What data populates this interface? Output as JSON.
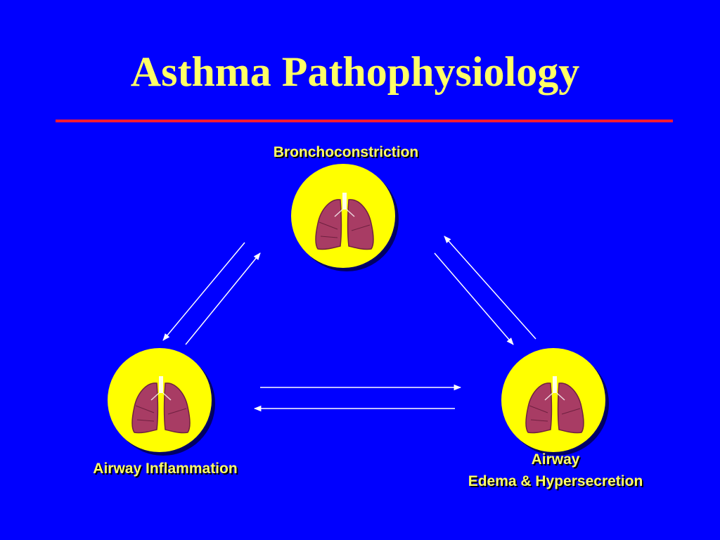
{
  "title": "Asthma Pathophysiology",
  "colors": {
    "background": "#0000ff",
    "title": "#ffff66",
    "rule": "#ff1a33",
    "node_fill": "#ffff00",
    "node_shadow": "#000066",
    "lung": "#a83c64",
    "arrow": "#ffffff"
  },
  "nodes": [
    {
      "id": "bronchoconstriction",
      "icon": "lungs-icon",
      "label_lines": [
        "Bronchoconstriction"
      ]
    },
    {
      "id": "airway-inflammation",
      "icon": "lungs-icon",
      "label_lines": [
        "Airway Inflammation"
      ]
    },
    {
      "id": "airway-edema",
      "icon": "lungs-icon",
      "label_lines": [
        "Airway",
        "Edema & Hypersecretion"
      ]
    }
  ],
  "edges": [
    {
      "from": "bronchoconstriction",
      "to": "airway-inflammation"
    },
    {
      "from": "airway-inflammation",
      "to": "bronchoconstriction"
    },
    {
      "from": "bronchoconstriction",
      "to": "airway-edema"
    },
    {
      "from": "airway-edema",
      "to": "bronchoconstriction"
    },
    {
      "from": "airway-inflammation",
      "to": "airway-edema"
    },
    {
      "from": "airway-edema",
      "to": "airway-inflammation"
    }
  ]
}
